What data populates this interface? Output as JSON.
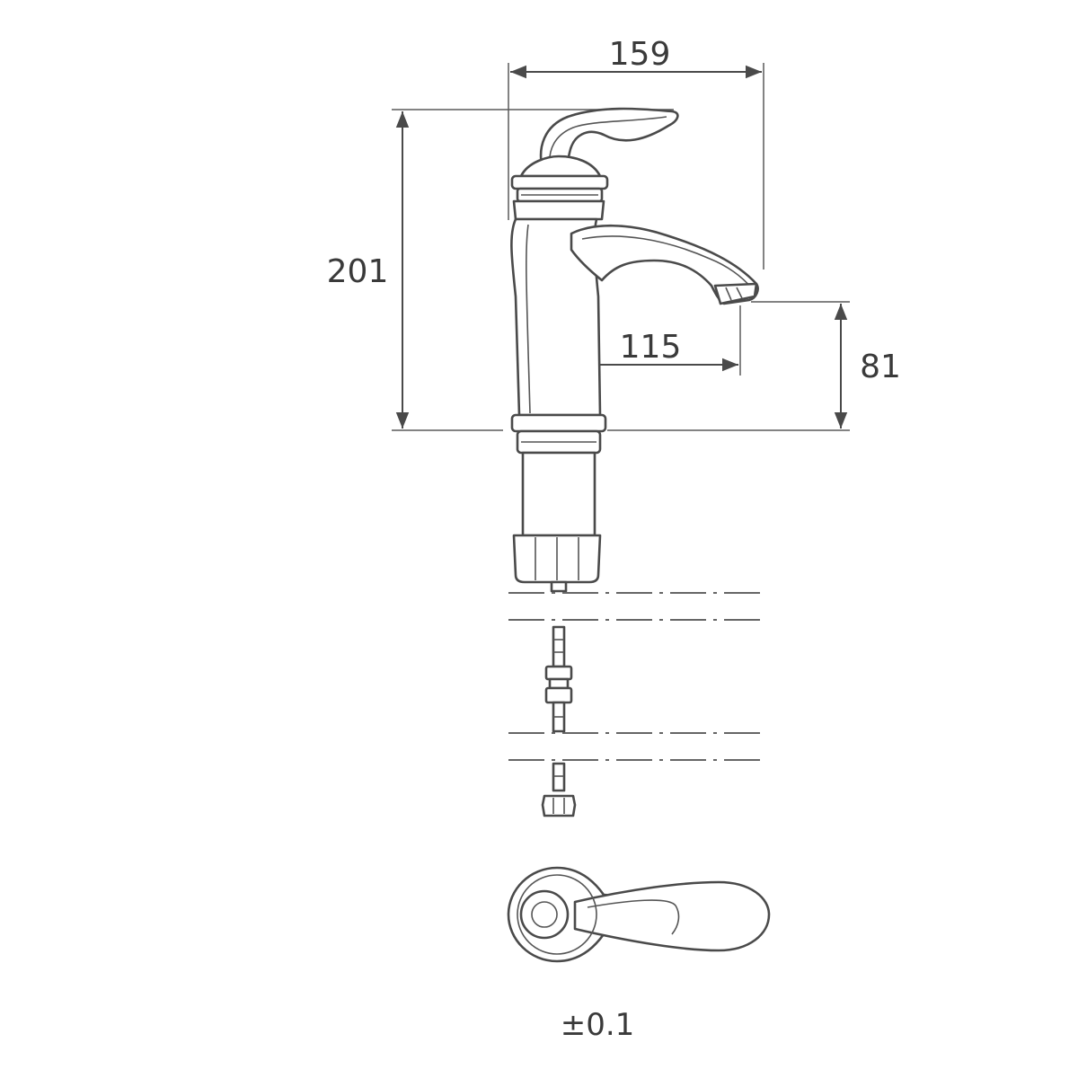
{
  "dimensions": {
    "overall_width": "159",
    "total_height": "201",
    "spout_reach": "115",
    "spout_height": "81"
  },
  "tolerance": "±0.1",
  "colors": {
    "line": "#4a4a4a",
    "text": "#3a3a3a",
    "background": "#ffffff"
  }
}
